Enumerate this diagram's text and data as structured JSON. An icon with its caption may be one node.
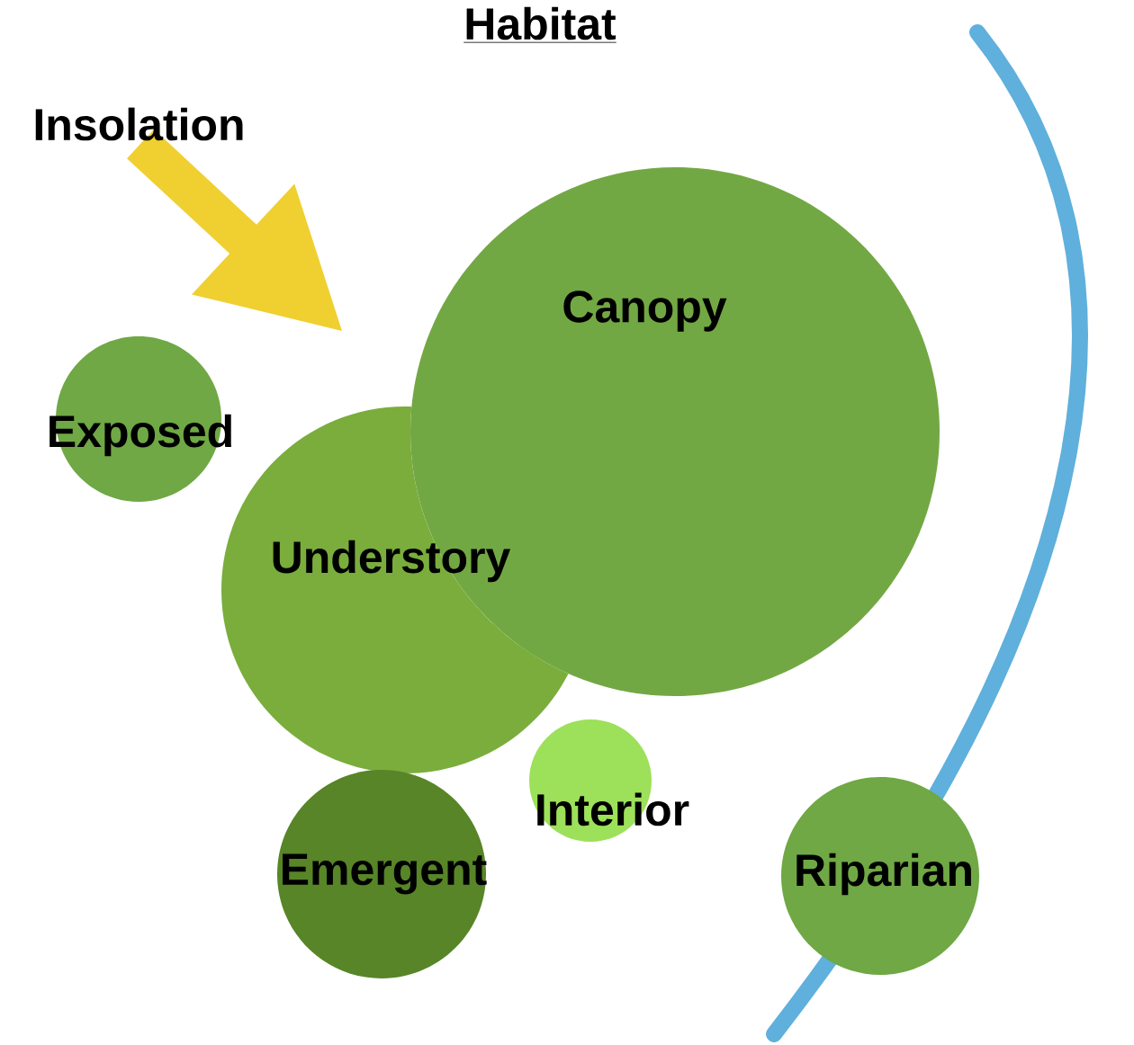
{
  "diagram": {
    "title": "Habitat",
    "nodes": [
      {
        "text": [
          "Canopy"
        ]
      },
      {
        "text": [
          "Exposed"
        ]
      },
      {
        "text": [
          "Understory"
        ]
      },
      {
        "text": [
          "Interior"
        ]
      },
      {
        "text": [
          "Emergent"
        ]
      },
      {
        "text": [
          "Riparian"
        ]
      }
    ],
    "labels": [
      "Insolation"
    ]
  }
}
